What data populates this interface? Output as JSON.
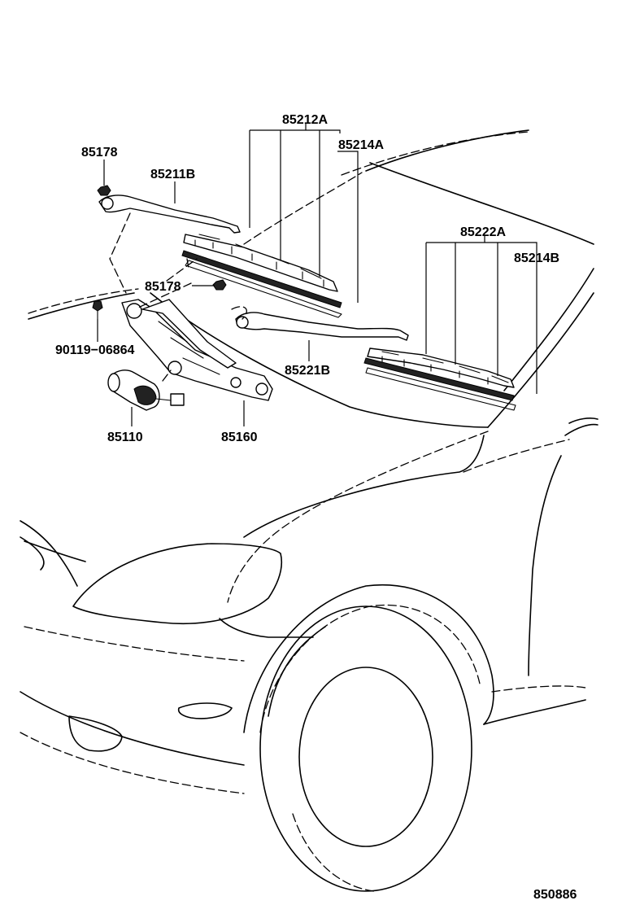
{
  "parts": {
    "wiper_link_nut_upper": "85178",
    "wiper_arm_left": "85211B",
    "wiper_blade_left": "85212A",
    "blade_rubber_left": "85214A",
    "wiper_blade_right": "85222A",
    "blade_rubber_right": "85214B",
    "wiper_link_nut_lower": "85178",
    "wiper_arm_right": "85221B",
    "bolt": "90119−06864",
    "wiper_motor": "85110",
    "wiper_link_assy": "85160"
  },
  "diagram_code": "850886"
}
